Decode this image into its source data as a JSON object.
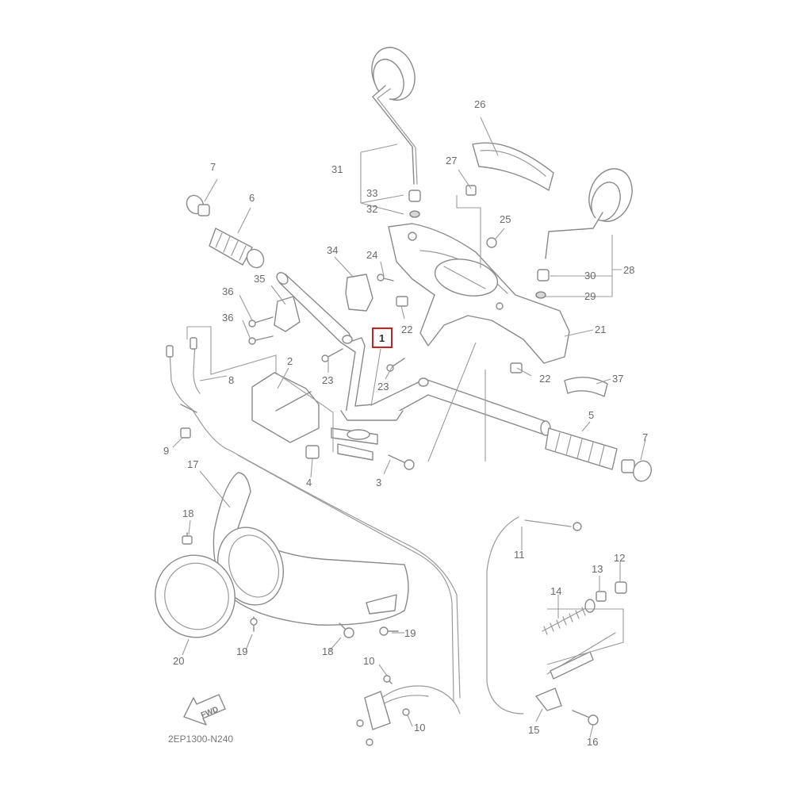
{
  "diagram": {
    "highlighted_part": "1",
    "catalog_code": "2EP1300-N240",
    "direction_label": "FWD",
    "callouts": {
      "p2": "2",
      "p3": "3",
      "p4": "4",
      "p5": "5",
      "p6": "6",
      "p7a": "7",
      "p7b": "7",
      "p8": "8",
      "p9": "9",
      "p10a": "10",
      "p10b": "10",
      "p11": "11",
      "p12": "12",
      "p13": "13",
      "p14": "14",
      "p15": "15",
      "p16": "16",
      "p17": "17",
      "p18a": "18",
      "p18b": "18",
      "p19a": "19",
      "p19b": "19",
      "p20": "20",
      "p21": "21",
      "p22a": "22",
      "p22b": "22",
      "p23a": "23",
      "p23b": "23",
      "p24": "24",
      "p25": "25",
      "p26": "26",
      "p27": "27",
      "p28": "28",
      "p29": "29",
      "p30": "30",
      "p31": "31",
      "p32": "32",
      "p33": "33",
      "p34": "34",
      "p35": "35",
      "p36a": "36",
      "p36b": "36",
      "p37": "37"
    }
  }
}
